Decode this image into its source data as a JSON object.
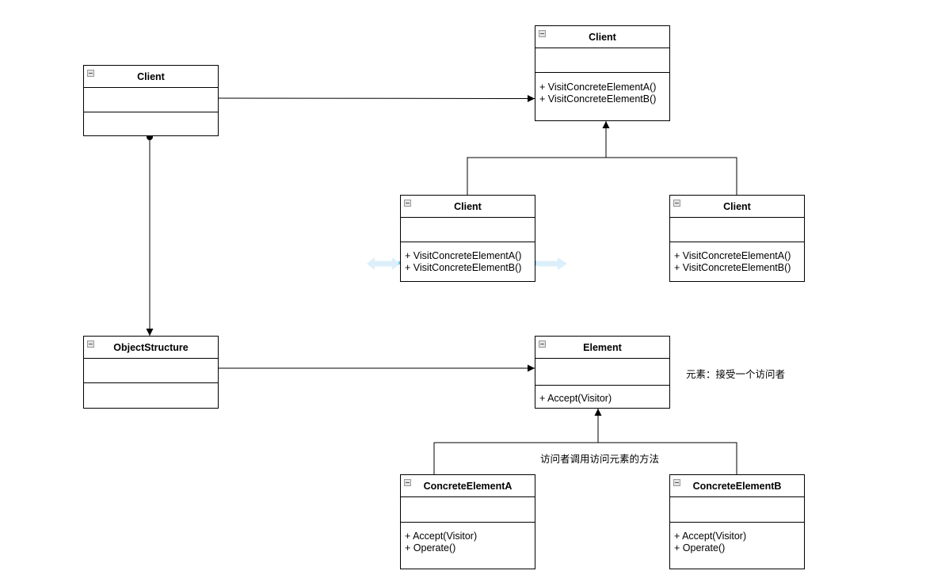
{
  "diagram": {
    "classes": {
      "client_left": {
        "name": "Client",
        "operations": []
      },
      "client_visitor": {
        "name": "Client",
        "operations": [
          "+ VisitConcreteElementA()",
          "+ VisitConcreteElementB()"
        ]
      },
      "client_concrete_a": {
        "name": "Client",
        "operations": [
          "+ VisitConcreteElementA()",
          "+ VisitConcreteElementB()"
        ]
      },
      "client_concrete_b": {
        "name": "Client",
        "operations": [
          "+ VisitConcreteElementA()",
          "+ VisitConcreteElementB()"
        ]
      },
      "object_structure": {
        "name": "ObjectStructure",
        "operations": []
      },
      "element": {
        "name": "Element",
        "operations": [
          "+ Accept(Visitor)"
        ]
      },
      "concrete_element_a": {
        "name": "ConcreteElementA",
        "operations": [
          "+ Accept(Visitor)",
          "+ Operate()"
        ]
      },
      "concrete_element_b": {
        "name": "ConcreteElementB",
        "operations": [
          "+ Accept(Visitor)",
          "+ Operate()"
        ]
      }
    },
    "notes": {
      "element_note": "元素：接受一个访问者",
      "inheritance_note": "访问者调用访问元素的方法"
    },
    "colors": {
      "line": "#000000",
      "selection_arrow": "#dceffb"
    }
  }
}
